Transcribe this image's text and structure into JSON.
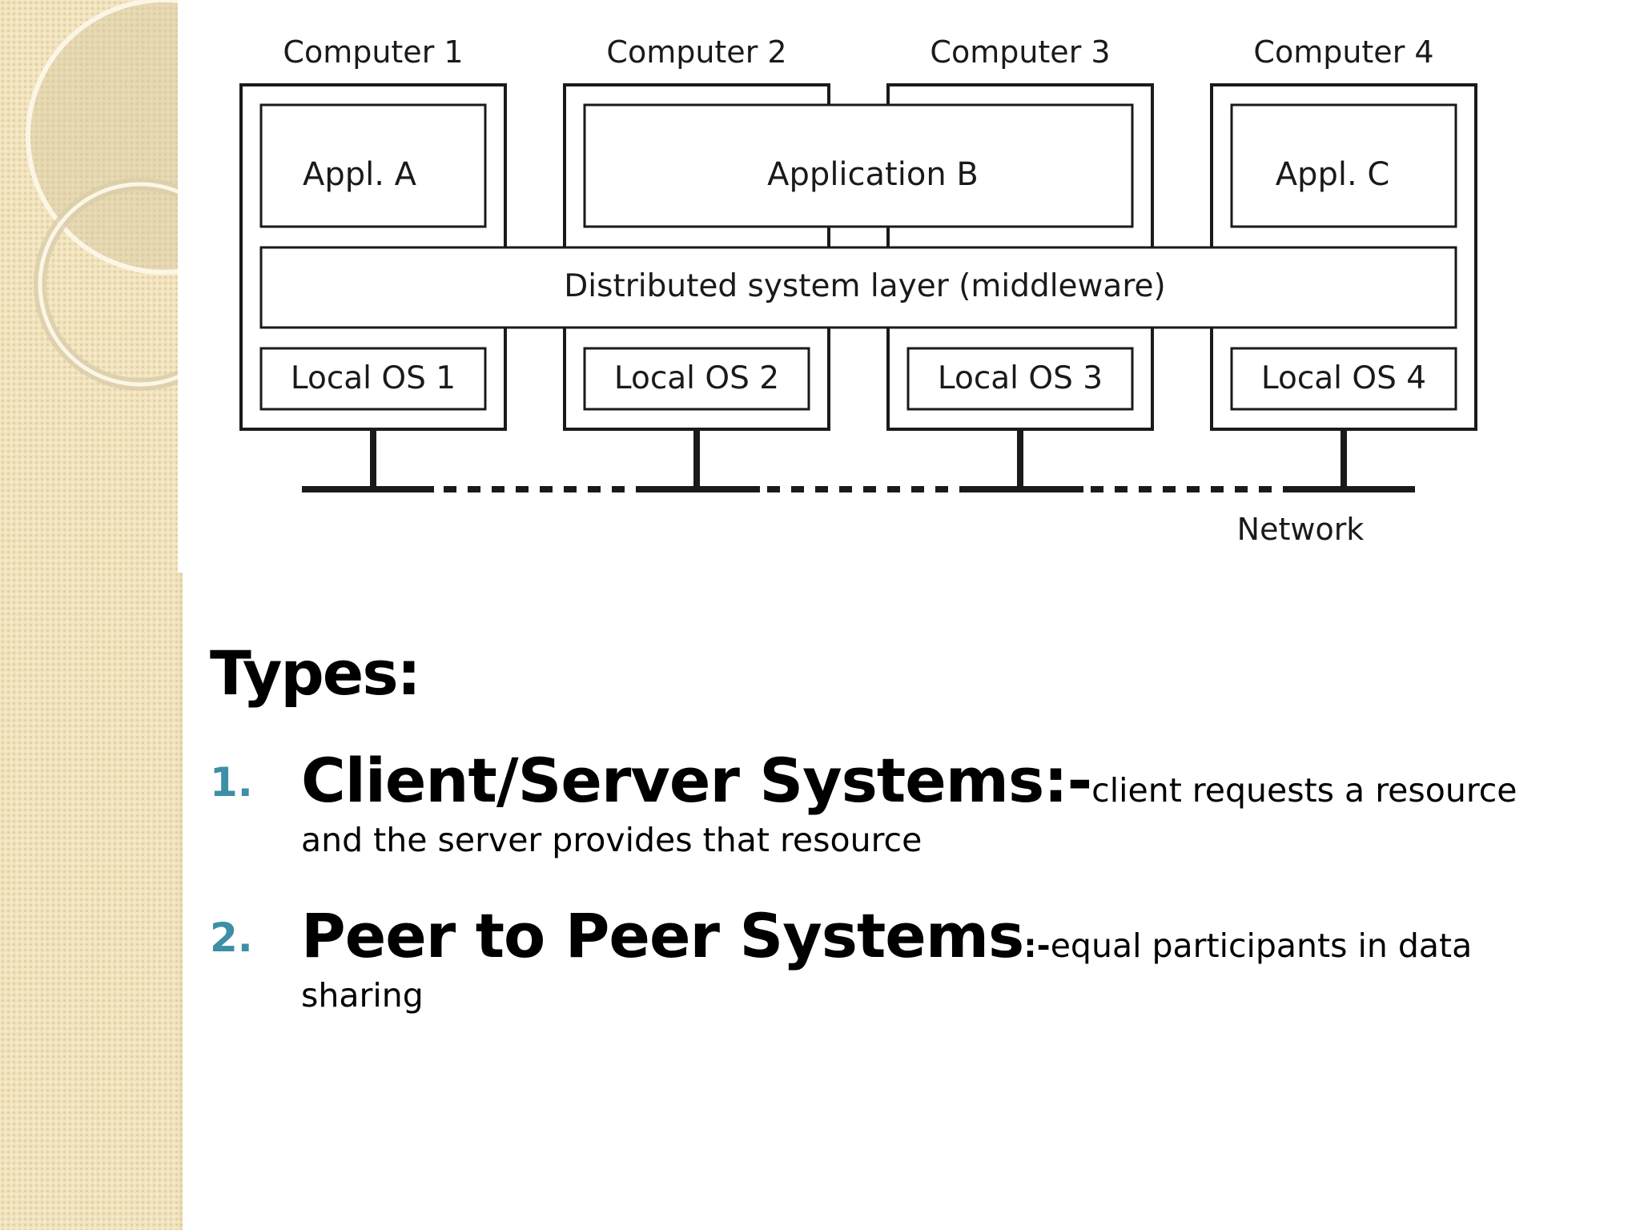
{
  "diagram": {
    "computers": [
      "Computer 1",
      "Computer 2",
      "Computer 3",
      "Computer 4"
    ],
    "applications": [
      "Appl. A",
      "Application B",
      "Appl. C"
    ],
    "middleware": "Distributed system layer (middleware)",
    "local_os": [
      "Local OS 1",
      "Local OS 2",
      "Local OS 3",
      "Local OS 4"
    ],
    "network": "Network"
  },
  "content": {
    "heading": "Types:",
    "items": [
      {
        "number": "1.",
        "title": "Client/Server Systems:-",
        "desc_line1": "client requests a resource",
        "desc_line2": "and the server provides that resource"
      },
      {
        "number": "2.",
        "title": "Peer to Peer Systems",
        "title_suffix": ":-",
        "desc_line1": "equal participants in data",
        "desc_line2": "sharing"
      }
    ]
  },
  "colors": {
    "number_accent": "#3d8fa6",
    "sidebar_bg": "#f1e3bd",
    "diagram_stroke": "#1a1a1a"
  }
}
